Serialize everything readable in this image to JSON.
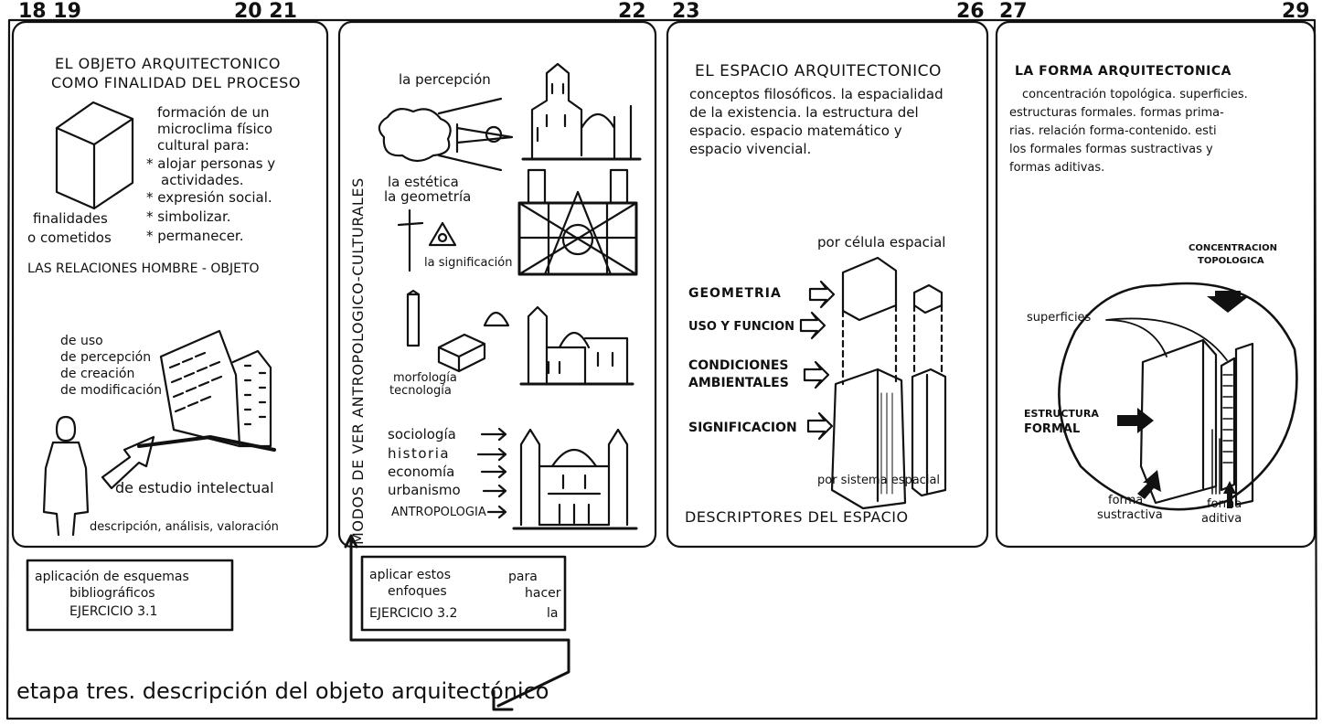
{
  "page_numbers": {
    "p18_19": "18 19",
    "p20_21": "20 21",
    "p22": "22",
    "p23": "23",
    "p26": "26",
    "p27": "27",
    "p29": "29"
  },
  "panel1": {
    "title1": "EL OBJETO ARQUITECTONICO",
    "title2": "COMO FINALIDAD DEL PROCESO",
    "formacion": [
      "formación de un",
      "microclima físico",
      "cultural para:"
    ],
    "bullets": [
      "* alojar personas y",
      "actividades.",
      "* expresión social.",
      "* simbolizar.",
      "* permanecer."
    ],
    "finalidades": [
      "finalidades",
      "o cometidos"
    ],
    "relaciones": "LAS RELACIONES HOMBRE - OBJETO",
    "usos": [
      "de uso",
      "de percepción",
      "de creación",
      "de modificación"
    ],
    "estudio": "de estudio intelectual",
    "descripcion": "descripción, análisis, valoración"
  },
  "panel2": {
    "vertical_title": "MODOS DE VER ANTROPOLOGICO-CULTURALES",
    "percepcion": "la percepción",
    "estetica": [
      "la estética",
      "la geometría"
    ],
    "significacion": "la significación",
    "morfologia": [
      "morfología",
      "tecnología"
    ],
    "disciplinas": [
      "sociología",
      "historia",
      "economía",
      "urbanismo",
      "ANTROPOLOGIA"
    ]
  },
  "panel3": {
    "title": "EL ESPACIO ARQUITECTONICO",
    "body": [
      "conceptos filosóficos. la espacialidad",
      "de la existencia. la estructura del",
      "espacio. espacio matemático y",
      "espacio vivencial."
    ],
    "celula": "por célula espacial",
    "descriptores_items": [
      "GEOMETRIA",
      "USO Y FUNCION",
      "CONDICIONES",
      "AMBIENTALES",
      "SIGNIFICACION"
    ],
    "sistema": "por sistema espacial",
    "descriptores": "DESCRIPTORES DEL ESPACIO"
  },
  "panel4": {
    "title": "LA FORMA ARQUITECTONICA",
    "body": [
      "concentración topológica. superficies.",
      "estructuras formales. formas prima-",
      "rias. relación forma-contenido. esti",
      "los formales formas sustractivas y",
      "formas aditivas."
    ],
    "concentracion": [
      "CONCENTRACION",
      "TOPOLOGICA"
    ],
    "superficies": "superficies",
    "estructura": [
      "ESTRUCTURA",
      "FORMAL"
    ],
    "forma_sustractiva": [
      "forma",
      "sustractiva"
    ],
    "forma_aditiva": [
      "forma",
      "aditiva"
    ]
  },
  "exercise1": [
    "aplicación de esquemas",
    "bibliográficos",
    "EJERCICIO 3.1"
  ],
  "exercise2": {
    "lines": [
      "aplicar estos",
      "enfoques",
      "EJERCICIO 3.2"
    ],
    "right": [
      "para",
      "hacer",
      "la"
    ]
  },
  "footer": "etapa tres. descripción del objeto arquitectónico"
}
